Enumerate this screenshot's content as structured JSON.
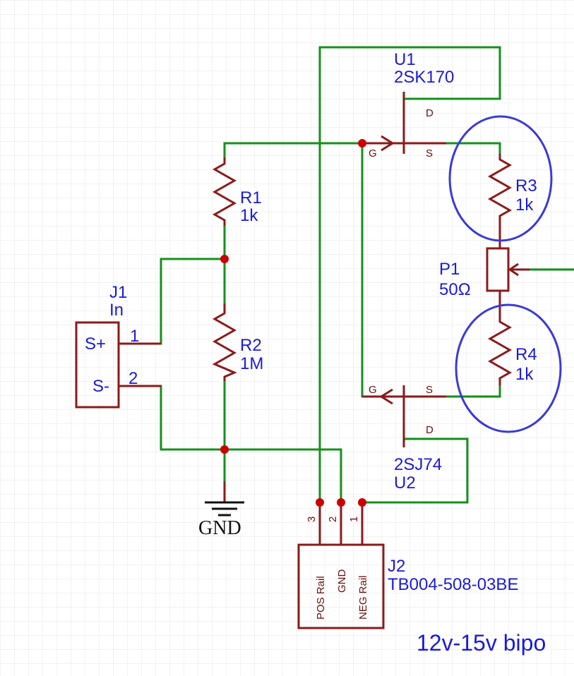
{
  "schematic": {
    "parts": {
      "u1": {
        "ref": "U1",
        "value": "2SK170",
        "pin_d": "D",
        "pin_g": "G",
        "pin_s": "S"
      },
      "u2": {
        "ref": "U2",
        "value": "2SJ74",
        "pin_d": "D",
        "pin_g": "G",
        "pin_s": "S"
      },
      "r1": {
        "ref": "R1",
        "value": "1k"
      },
      "r2": {
        "ref": "R2",
        "value": "1M"
      },
      "r3": {
        "ref": "R3",
        "value": "1k"
      },
      "r4": {
        "ref": "R4",
        "value": "1k"
      },
      "p1": {
        "ref": "P1",
        "value": "50Ω"
      },
      "j1": {
        "ref": "J1",
        "value": "In",
        "pin1_name": "S+",
        "pin2_name": "S-",
        "pin1_num": "1",
        "pin2_num": "2"
      },
      "j2": {
        "ref": "J2",
        "value": "TB004-508-03BE",
        "pins": [
          {
            "num": "3",
            "name": "POS Rail"
          },
          {
            "num": "2",
            "name": "GND"
          },
          {
            "num": "1",
            "name": "NEG Rail"
          }
        ]
      },
      "gnd": {
        "label": "GND"
      }
    },
    "note": "12v-15v bipo",
    "colors": {
      "wire": "#14901a",
      "component": "#8b1a1a",
      "label": "#1a1adb",
      "junction": "#cc0000",
      "highlight_ring": "#3a3ad8",
      "grid": "#e6e6e6"
    }
  }
}
